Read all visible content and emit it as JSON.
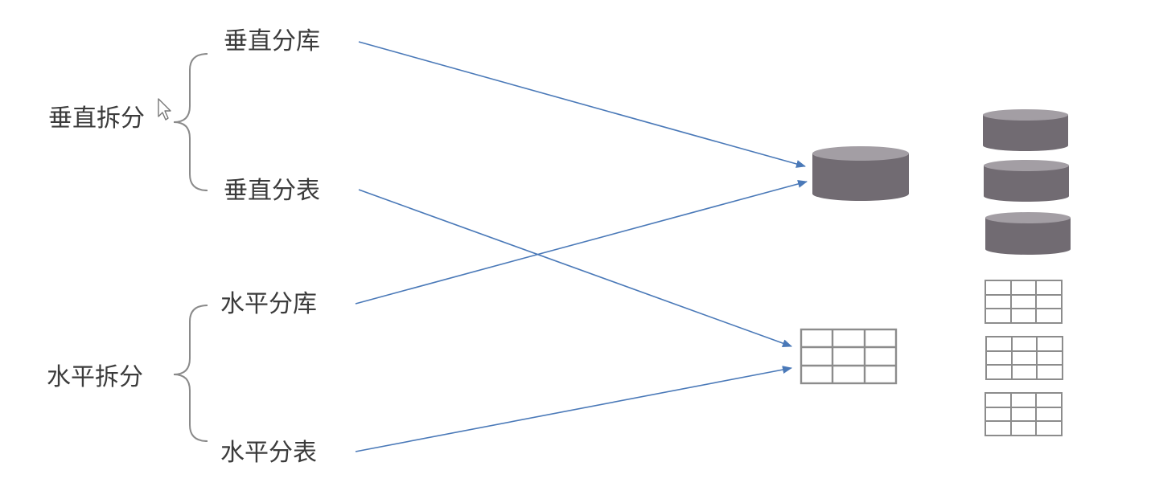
{
  "groups": [
    {
      "label": "垂直拆分",
      "items": [
        "垂直分库",
        "垂直分表"
      ]
    },
    {
      "label": "水平拆分",
      "items": [
        "水平分库",
        "水平分表"
      ]
    }
  ],
  "colors": {
    "text": "#3b3b3b",
    "brace": "#8a8a8a",
    "arrow": "#4a79b8",
    "database_body": "#716b72",
    "database_top": "#a39ea4",
    "table_grid": "#8c8c8c"
  },
  "icons": {
    "database": "database-icon",
    "table": "table-grid-icon",
    "cursor": "mouse-pointer-icon"
  }
}
